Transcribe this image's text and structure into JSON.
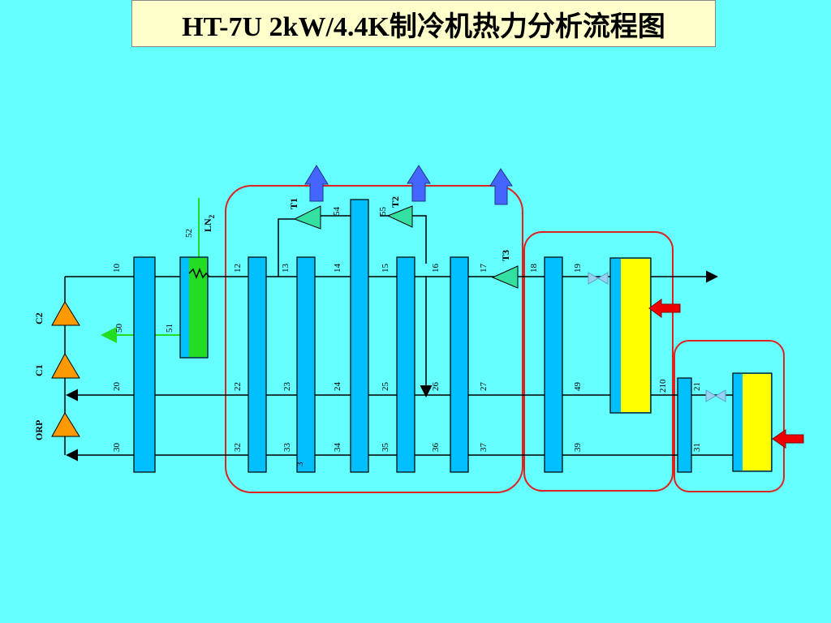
{
  "title": "HT-7U 2kW/4.4K制冷机热力分析流程图",
  "compressors": [
    {
      "id": "c2",
      "label": "C2"
    },
    {
      "id": "c1",
      "label": "C1"
    },
    {
      "id": "orp",
      "label": "ORP"
    }
  ],
  "turbines": [
    {
      "id": "t1",
      "label": "T1"
    },
    {
      "id": "t2",
      "label": "T2"
    },
    {
      "id": "t3",
      "label": "T3"
    }
  ],
  "ln2": {
    "main": "LN",
    "sub": "2"
  },
  "nodes": {
    "n10": "10",
    "n12": "12",
    "n13": "13",
    "n14": "14",
    "n15": "15",
    "n16": "16",
    "n17": "17",
    "n18": "18",
    "n19": "19",
    "n20": "20",
    "n22": "22",
    "n23": "23",
    "n24": "24",
    "n25": "25",
    "n26": "26",
    "n27": "27",
    "n49": "49",
    "n210": "210",
    "n21": "21",
    "n30": "30",
    "n32": "32",
    "n33": "33",
    "n33b": "3",
    "n34": "34",
    "n35": "35",
    "n36": "36",
    "n37": "37",
    "n39": "39",
    "n31": "31",
    "n50": "50",
    "n51": "51",
    "n52": "52",
    "n54": "54",
    "n55": "55"
  },
  "colors": {
    "background": "#66ffff",
    "title_bg": "#ffffcc",
    "exchanger": "#00bfff",
    "ln2_exchanger": "#22dd22",
    "compressor": "#ff9900",
    "turbine": "#33e0a0",
    "vessel": "#ffff00",
    "heat_load_arrow": "#ee0000",
    "exhaust_arrow": "#4466ff",
    "boundary": "#dd2222",
    "line": "#000000",
    "ln2_line": "#22dd22"
  }
}
